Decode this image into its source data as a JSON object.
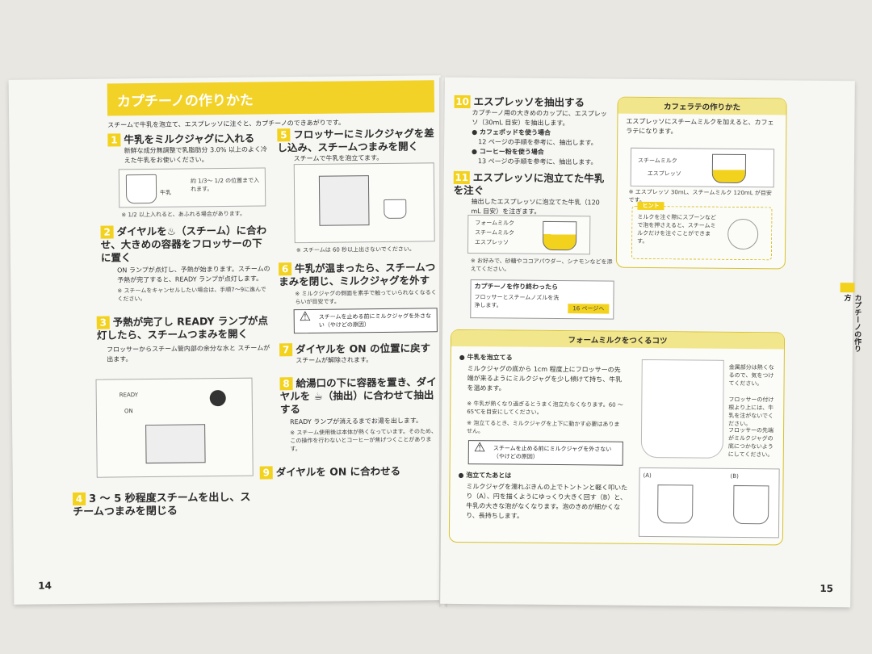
{
  "left": {
    "title": "カプチーノの作りかた",
    "intro": "スチームで牛乳を泡立て、エスプレッソに注ぐと、カプチーノのできあがりです。",
    "steps": [
      {
        "num": "1",
        "title": "牛乳をミルクジャグに入れる",
        "body": "新鮮な成分無調整で乳脂肪分 3.0% 以上のよく冷えた牛乳をお使いください。",
        "note": "※ 1/2 以上入れると、あふれる場合があります。",
        "illus_label": "約 1/3〜 1/2 の位置まで入れます。",
        "illus_tag": "牛乳"
      },
      {
        "num": "2",
        "title": "ダイヤルを♨（スチーム）に合わせ、大きめの容器をフロッサーの下に置く",
        "body": "ON ランプが点灯し、予熱が始まります。スチームの予熱が完了すると、READY ランプが点灯します。",
        "note": "※ スチームをキャンセルしたい場合は、手順7〜9に進んでください。"
      },
      {
        "num": "3",
        "title": "予熱が完了し READY ランプが点灯したら、スチームつまみを開く",
        "body": "フロッサーからスチーム管内部の余分な水と スチームが出ます。",
        "illus_ready": "READY",
        "illus_on": "ON"
      },
      {
        "num": "4",
        "title": "3 〜 5 秒程度スチームを出し、スチームつまみを閉じる"
      },
      {
        "num": "5",
        "title": "フロッサーにミルクジャグを差し込み、スチームつまみを開く",
        "body": "スチームで牛乳を泡立てます。",
        "note": "※ スチームは 60 秒以上出さないでください。"
      },
      {
        "num": "6",
        "title": "牛乳が温まったら、スチームつまみを閉じ、ミルクジャグを外す",
        "note": "※ ミルクジャグの側面を素手で触っていられなくなるくらいが目安です。",
        "warn": "スチームを止める前にミルクジャグを外さない（やけどの原因）"
      },
      {
        "num": "7",
        "title": "ダイヤルを ON の位置に戻す",
        "body": "スチームが解除されます。"
      },
      {
        "num": "8",
        "title": "給湯口の下に容器を置き、ダイヤルを ☕（抽出）に合わせて抽出する",
        "body": "READY ランプが消えるまでお湯を出します。",
        "note": "※ スチーム使用後は本体が熱くなっています。そのため、この操作を行わないとコーヒーが焦げつくことがあります。"
      },
      {
        "num": "9",
        "title": "ダイヤルを ON に合わせる"
      }
    ],
    "page_number": "14"
  },
  "right": {
    "steps": [
      {
        "num": "10",
        "title": "エスプレッソを抽出する",
        "body": "カプチーノ用の大きめのカップに、エスプレッソ（30mL 目安）を抽出します。",
        "sub1_title": "● カフェポッドを使う場合",
        "sub1_body": "12 ページの手順を参考に、抽出します。",
        "sub2_title": "● コーヒー粉を使う場合",
        "sub2_body": "13 ページの手順を参考に、抽出します。"
      },
      {
        "num": "11",
        "title": "エスプレッソに泡立てた牛乳を注ぐ",
        "body": "抽出したエスプレッソに泡立てた牛乳（120 mL 目安）を注ぎます。",
        "layers": [
          "フォームミルク",
          "スチームミルク",
          "エスプレッソ"
        ],
        "note": "※ お好みで、砂糖やココアパウダー、シナモンなどを添えてください。"
      }
    ],
    "finish_title": "カプチーノを作り終わったら",
    "finish_body": "フロッサーとスチームノズルを洗浄します。",
    "finish_arrow": "16 ページへ",
    "latte": {
      "header": "カフェラテの作りかた",
      "body": "エスプレッソにスチームミルクを加えると、カフェラテになります。",
      "layers": [
        "スチームミルク",
        "エスプレッソ"
      ],
      "note": "※ エスプレッソ 30mL、スチームミルク 120mL が目安です。",
      "hint_label": "ヒント",
      "hint_body": "ミルクを注ぐ際にスプーンなどで泡を押さえると、スチームミルクだけを注ぐことができます。"
    },
    "foam": {
      "header": "フォームミルクをつくるコツ",
      "s1_title": "● 牛乳を泡立てる",
      "s1_body": "ミルクジャグの底から 1cm 程度上にフロッサーの先端が来るようにミルクジャグを少し傾けて持ち、牛乳を温めます。",
      "s1_note1": "※ 牛乳が熱くなり過ぎるとうまく泡立たなくなります。60 〜 65℃を目安にしてください。",
      "s1_note2": "※ 泡立てるとき、ミルクジャグを上下に動かす必要はありません。",
      "warn": "スチームを止める前にミルクジャグを外さない（やけどの原因）",
      "callouts": [
        "金属部分は熱くなるので、気をつけてください。",
        "フロッサーの付け根より上には、牛乳を注がないでください。",
        "フロッサーの先端がミルクジャグの底につかないようにしてください。"
      ],
      "s2_title": "● 泡立てたあとは",
      "s2_body": "ミルクジャグを濡れぶきんの上でトントンと軽く叩いたり（A）、円を描くようにゆっくり大きく回す（B）と、牛乳の大きな泡がなくなります。泡のきめが細かくなり、長持ちします。",
      "label_a": "(A)",
      "label_b": "(B)"
    },
    "side_tab": "カプチーノの作り方",
    "page_number": "15"
  },
  "colors": {
    "accent": "#f3d21e",
    "paper": "#f6f6f3",
    "box_border": "#d8c22a"
  }
}
